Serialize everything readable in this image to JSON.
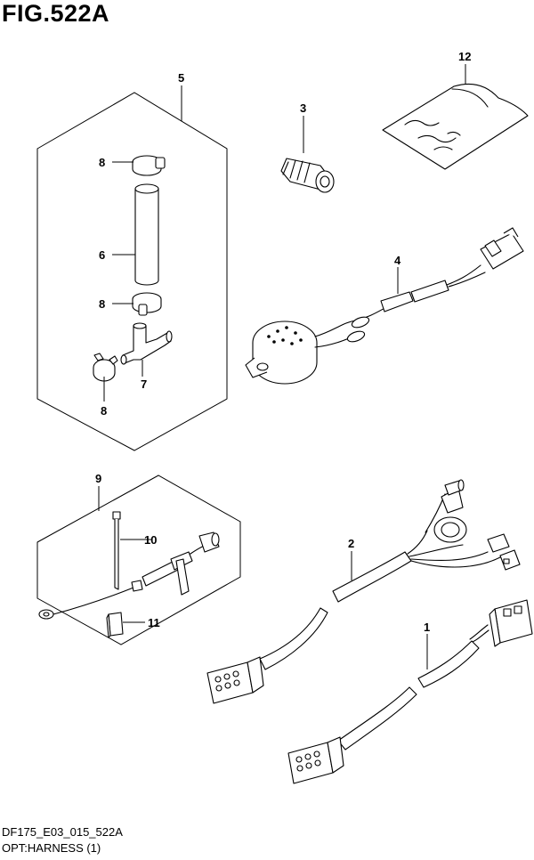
{
  "figure": {
    "title": "FIG.522A",
    "code": "DF175_E03_015_522A",
    "name": "OPT:HARNESS (1)"
  },
  "callouts": [
    {
      "id": "c5",
      "label": "5"
    },
    {
      "id": "c8a",
      "label": "8"
    },
    {
      "id": "c6",
      "label": "6"
    },
    {
      "id": "c8b",
      "label": "8"
    },
    {
      "id": "c7",
      "label": "7"
    },
    {
      "id": "c8c",
      "label": "8"
    },
    {
      "id": "c3",
      "label": "3"
    },
    {
      "id": "c12",
      "label": "12"
    },
    {
      "id": "c4",
      "label": "4"
    },
    {
      "id": "c9",
      "label": "9"
    },
    {
      "id": "c10",
      "label": "10"
    },
    {
      "id": "c11",
      "label": "11"
    },
    {
      "id": "c2",
      "label": "2"
    },
    {
      "id": "c1",
      "label": "1"
    }
  ]
}
